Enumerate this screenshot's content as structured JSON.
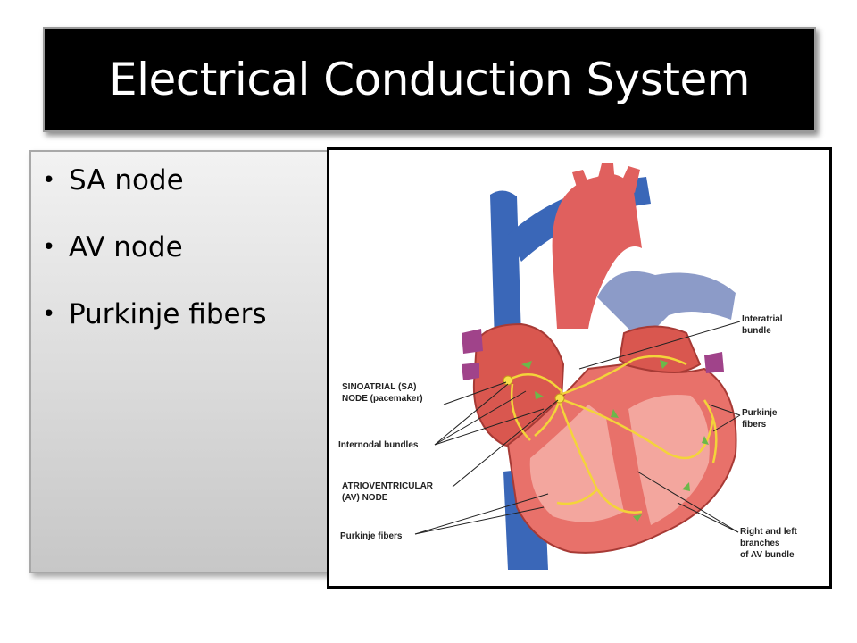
{
  "slide": {
    "title": "Electrical Conduction System",
    "bullets": [
      "SA node",
      "AV node",
      "Purkinje fibers"
    ]
  },
  "figure": {
    "labels": {
      "sa_line1": "SINOATRIAL (SA)",
      "sa_line2": "NODE (pacemaker)",
      "internodal": "Internodal bundles",
      "av_line1": "ATRIOVENTRICULAR",
      "av_line2": "(AV) NODE",
      "purkinje_left": "Purkinje fibers",
      "interatrial_line1": "Interatrial",
      "interatrial_line2": "bundle",
      "purkinje_right_line1": "Purkinje",
      "purkinje_right_line2": "fibers",
      "branches_line1": "Right and left",
      "branches_line2": "branches",
      "branches_line3": "of AV bundle"
    }
  },
  "colors": {
    "title_bg": "#000000",
    "title_text": "#ffffff",
    "vein_blue": "#3a67b8",
    "artery_red": "#e0605e",
    "pulmonary_purple": "#8c9bc8",
    "conduction_yellow": "#f3d43a",
    "flow_arrow_green": "#6bb84a"
  }
}
